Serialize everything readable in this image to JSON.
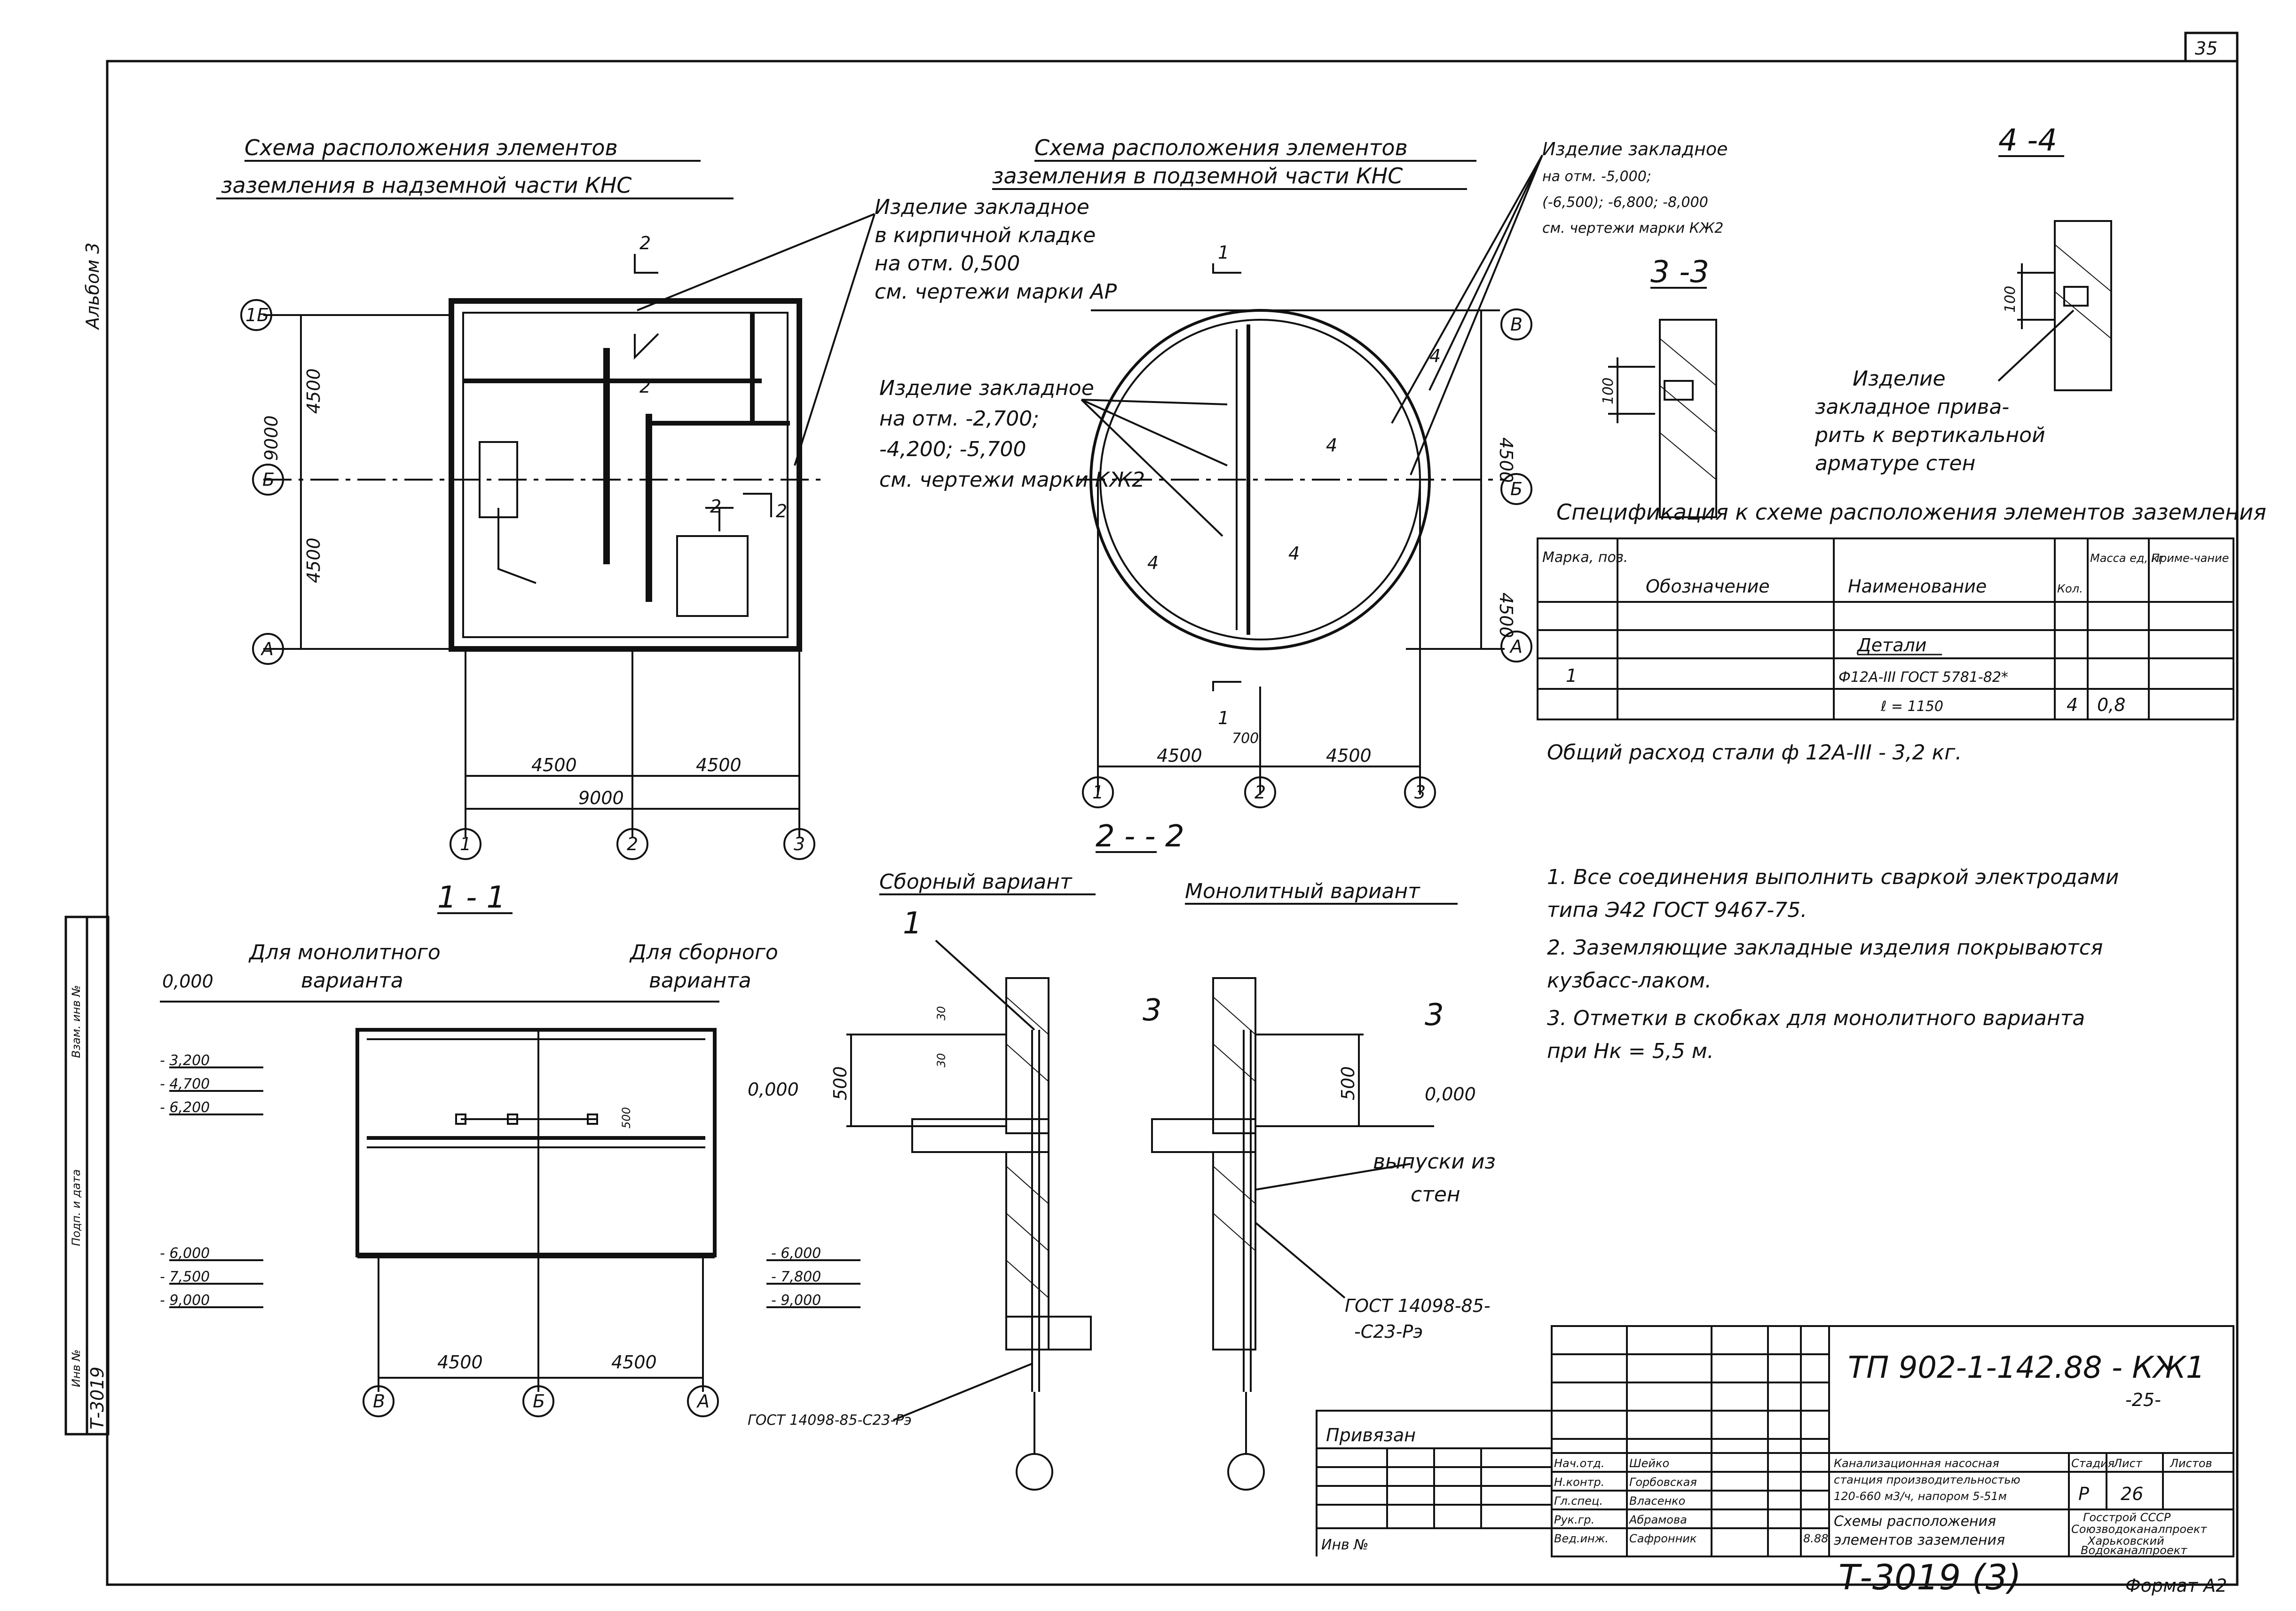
{
  "page_number": "35",
  "side_stamp": "Альбом 3",
  "plan_above": {
    "title_line1": "Схема расположения элементов",
    "title_line2": "заземления в надземной части КНС",
    "note_line1": "Изделие закладное",
    "note_line2": "в кирпичной кладке",
    "note_line3": "на отм. 0,500",
    "note_line4": "см. чертежи марки АР",
    "axis_left": [
      "1Б",
      "Б",
      "А"
    ],
    "axis_bottom": [
      "1",
      "2",
      "3"
    ],
    "dim_vertical": [
      "9000",
      "4500",
      "4500"
    ],
    "dim_horizontal": [
      "4500",
      "4500",
      "9000"
    ],
    "section_marks": [
      "2",
      "2",
      "2",
      "2"
    ]
  },
  "plan_below": {
    "title_line1": "Схема расположения элементов",
    "title_line2": "заземления в подземной части КНС",
    "note1_line1": "Изделие закладное",
    "note1_line2": "на отм. -2,700;",
    "note1_line3": "-4,200; -5,700",
    "note1_line4": "см. чертежи марки КЖ2",
    "note2_line1": "Изделие закладное",
    "note2_line2": "на отм. -5,000;",
    "note2_line3": "(-6,500); -6,800; -8,000",
    "note2_line4": "см. чертежи марки КЖ2",
    "axis_right": [
      "В",
      "Б",
      "А"
    ],
    "axis_bottom": [
      "1",
      "2",
      "3"
    ],
    "dim_vertical": [
      "4500",
      "4500"
    ],
    "dim_horizontal": [
      "4500",
      "4500"
    ],
    "dim_small": "700",
    "section_marks": [
      "1",
      "1",
      "4",
      "4",
      "4",
      "4"
    ]
  },
  "section_33": {
    "label": "3 -3",
    "dim": "100"
  },
  "section_44": {
    "label": "4 -4",
    "dim": "100",
    "note_line1": "Изделие",
    "note_line2": "закладное прива-",
    "note_line3": "рить к вертикальной",
    "note_line4": "арматуре стен"
  },
  "spec": {
    "title": "Спецификация к схеме расположения элементов заземления",
    "headers": [
      "Марка, поз.",
      "Обозначение",
      "Наименование",
      "Кол.",
      "Масса ед, кг",
      "Приме-чание"
    ],
    "section_row": "Детали",
    "rows": [
      {
        "mark": "1",
        "designation": "",
        "name": "Ф12А-III ГОСТ 5781-82*",
        "qty": "",
        "mass": "",
        "note": ""
      },
      {
        "mark": "",
        "designation": "",
        "name": "ℓ = 1150",
        "qty": "4",
        "mass": "0,8",
        "note": ""
      }
    ],
    "total": "Общий расход стали ф 12А-III - 3,2 кг."
  },
  "notes": [
    "1. Все соединения выполнить сваркой электродами",
    "типа Э42 ГОСТ 9467-75.",
    "2. Заземляющие закладные изделия покрываются",
    "кузбасс-лаком.",
    "3. Отметки в скобках для монолитного варианта",
    "при Нк = 5,5 м."
  ],
  "section_11": {
    "label": "1 - 1",
    "left_caption_line1": "Для монолитного",
    "left_caption_line2": "варианта",
    "right_caption_line1": "Для сборного",
    "right_caption_line2": "варианта",
    "level_top": "0,000",
    "levels_left_top": [
      "- 3,200",
      "- 4,700",
      "- 6,200"
    ],
    "levels_left_bottom": [
      "- 6,000",
      "- 7,500",
      "- 9,000"
    ],
    "levels_right_bottom": [
      "- 6,000",
      "- 7,800",
      "- 9,000"
    ],
    "dim_small": "500",
    "axis_bottom": [
      "В",
      "Б",
      "А"
    ],
    "dims": [
      "4500",
      "4500"
    ]
  },
  "section_22": {
    "label": "2 - - 2",
    "prefab_title": "Сборный вариант",
    "monolithic_title": "Монолитный вариант",
    "mark_1": "1",
    "mark_3a": "3",
    "mark_3b": "3",
    "dims_prefab": [
      "30",
      "30",
      "500"
    ],
    "dim_mono": "500",
    "level_left": "0,000",
    "level_right": "0,000",
    "rebar_note_line1": "выпуски из",
    "rebar_note_line2": "стен",
    "gost_left": "ГОСТ 14098-85-С23-Рэ",
    "gost_right_line1": "ГОСТ 14098-85-",
    "gost_right_line2": "-С23-Рэ"
  },
  "title_block": {
    "code": "ТП 902-1-142.88 - КЖ1",
    "sheet_mark": "-25-",
    "tied": "Привязан",
    "inv": "Инв №",
    "roles": [
      "Нач.отд.",
      "Н.контр.",
      "Гл.спец.",
      "Рук.гр.",
      "Вед.инж."
    ],
    "names": [
      "Шейко",
      "Горбовская",
      "Власенко",
      "Абрамова",
      "Сафронник"
    ],
    "date": "8.88",
    "project_line1": "Канализационная насосная",
    "project_line2": "станция производительностью",
    "project_line3": "120-660 м3/ч, напором 5-51м",
    "stage_label": "Стадия",
    "sheet_label": "Лист",
    "sheets_label": "Листов",
    "stage": "Р",
    "sheet": "26",
    "drawing_line1": "Схемы расположения",
    "drawing_line2": "элементов заземления",
    "org_line1": "Госстрой СССР",
    "org_line2": "Союзводоканалпроект",
    "org_line3": "Харьковский",
    "org_line4": "Водоканалпроект",
    "archive": "Т-3019 (3)",
    "format": "Формат А2"
  },
  "left_strip": {
    "labels": [
      "Инв №",
      "Подп. и дата",
      "Взам. инв №"
    ],
    "value": "Т-3019"
  }
}
